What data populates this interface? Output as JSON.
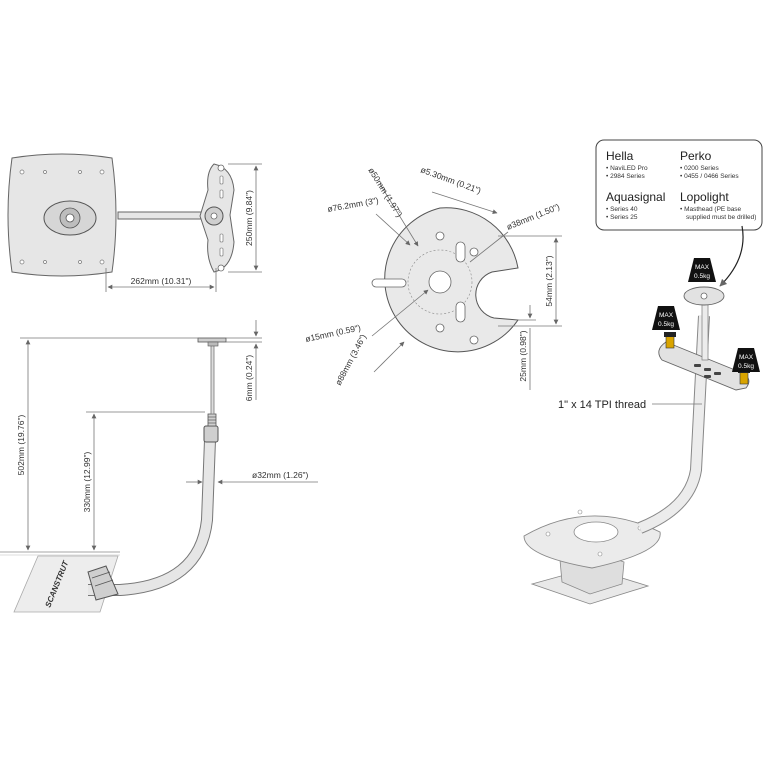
{
  "top_view": {
    "width_label": "262mm (10.31\")",
    "height_label": "250mm (9.84\")"
  },
  "side_view": {
    "overall_height_label": "502mm (19.76\")",
    "lower_height_label": "330mm (12.99\")",
    "plate_thickness_label": "6mm (0.24\")",
    "tube_diameter_label": "ø32mm (1.26\")",
    "brand_text": "SCANSTRUT"
  },
  "plate_detail": {
    "d50_label": "ø50mm (1.97\")",
    "d530_label": "ø5.30mm (0.21\")",
    "d762_label": "ø76.2mm (3\")",
    "d38_label": "ø38mm (1.50\")",
    "d15_label": "ø15mm (0.59\")",
    "d88_label": "ø88mm (3.46\")",
    "h54_label": "54mm (2.13\")",
    "h25_label": "25mm (0.98\")"
  },
  "compatibility": {
    "brands": [
      {
        "name": "Hella",
        "items": [
          "• NaviLED Pro",
          "• 2984 Series"
        ]
      },
      {
        "name": "Perko",
        "items": [
          "• 0200 Series",
          "• 0455 / 0466 Series"
        ]
      },
      {
        "name": "Aquasignal",
        "items": [
          "• Series 40",
          "• Series 25"
        ]
      },
      {
        "name": "Lopolight",
        "items": [
          "• Masthead (PE base",
          "supplied must be drilled)"
        ]
      }
    ]
  },
  "assembly": {
    "thread_label": "1\" x 14 TPI thread",
    "max_load_badges": [
      {
        "line1": "MAX",
        "line2": "0.5kg"
      },
      {
        "line1": "MAX",
        "line2": "0.5kg"
      },
      {
        "line1": "MAX",
        "line2": "0.5kg"
      }
    ]
  }
}
